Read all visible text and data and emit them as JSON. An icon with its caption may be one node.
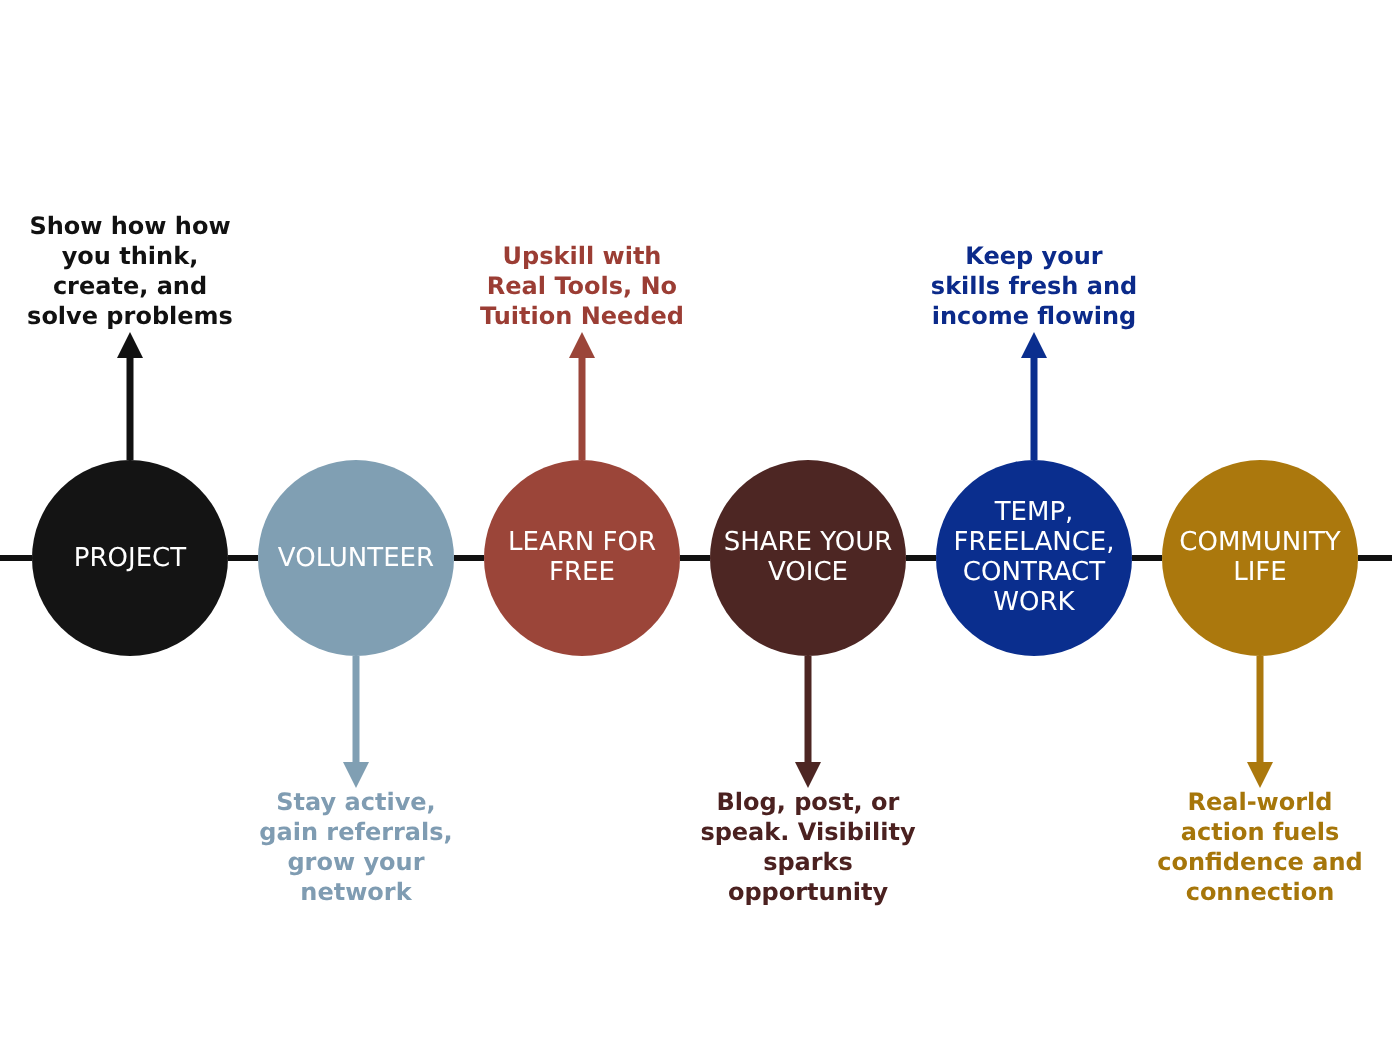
{
  "diagram": {
    "nodes": [
      {
        "text": [
          "Show how how you think, create, and solve problems"
        ]
      },
      {
        "text": [
          "Upskill with Real Tools, No Tuition Needed"
        ]
      },
      {
        "text": [
          "Keep your skills fresh and income flowing"
        ]
      },
      {
        "text": [
          "PROJECT"
        ]
      },
      {
        "text": [
          "VOLUNTEER"
        ]
      },
      {
        "text": [
          "LEARN FOR FREE"
        ]
      },
      {
        "text": [
          "SHARE YOUR VOICE"
        ]
      },
      {
        "text": [
          "TEMP, FREELANCE, CONTRACT WORK"
        ]
      },
      {
        "text": [
          "COMMUNITY LIFE"
        ]
      },
      {
        "text": [
          "Stay active, gain referrals, grow your network"
        ]
      },
      {
        "text": [
          "Blog, post, or speak. Visibility sparks opportunity"
        ]
      },
      {
        "text": [
          "Real-world action fuels confidence and connection"
        ]
      }
    ],
    "edges": [
      {
        "from": null,
        "to": 3,
        "arrow": "none"
      },
      {
        "from": 3,
        "to": 4,
        "arrow": "none"
      },
      {
        "from": 4,
        "to": 5,
        "arrow": "none"
      },
      {
        "from": 5,
        "to": 6,
        "arrow": "none"
      },
      {
        "from": 6,
        "to": 7,
        "arrow": "none"
      },
      {
        "from": 7,
        "to": 8,
        "arrow": "none"
      },
      {
        "from": 8,
        "to": null,
        "arrow": "none"
      },
      {
        "from": 3,
        "to": 0,
        "arrow": "to"
      },
      {
        "from": 4,
        "to": 9,
        "arrow": "to",
        "color": "#809fb3"
      },
      {
        "from": 5,
        "to": 1,
        "arrow": "to",
        "color": "#9b4539"
      },
      {
        "from": 6,
        "to": 10,
        "arrow": "to",
        "color": "#4d2623"
      },
      {
        "from": 7,
        "to": 2,
        "arrow": "to",
        "color": "#0a2e8e"
      },
      {
        "from": 8,
        "to": 11,
        "arrow": "to",
        "color": "#ab780d"
      }
    ]
  }
}
